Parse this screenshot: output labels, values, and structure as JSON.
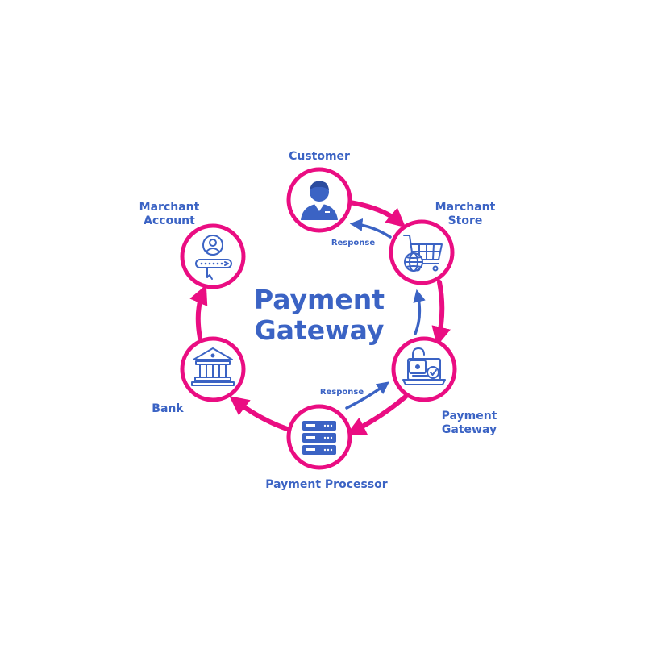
{
  "title": {
    "line1": "Payment",
    "line2": "Gateway"
  },
  "nodes": [
    {
      "id": "customer",
      "icon": "customer-icon",
      "label_lines": [
        "Customer"
      ]
    },
    {
      "id": "merchant-store",
      "icon": "shopping-cart-globe-icon",
      "label_lines": [
        "Marchant",
        "Store"
      ]
    },
    {
      "id": "payment-gateway",
      "icon": "laptop-secure-lock-icon",
      "label_lines": [
        "Payment",
        "Gateway"
      ]
    },
    {
      "id": "payment-processor",
      "icon": "server-stack-icon",
      "label_lines": [
        "Payment Processor"
      ]
    },
    {
      "id": "bank",
      "icon": "bank-building-icon",
      "label_lines": [
        "Bank"
      ]
    },
    {
      "id": "merchant-account",
      "icon": "user-login-account-icon",
      "label_lines": [
        "Marchant",
        "Account"
      ]
    }
  ],
  "response_labels": {
    "top": "Response",
    "bottom": "Response"
  },
  "colors": {
    "accent_pink": "#EA0D82",
    "brand_blue": "#3B63C4",
    "background": "#FFFFFF"
  }
}
